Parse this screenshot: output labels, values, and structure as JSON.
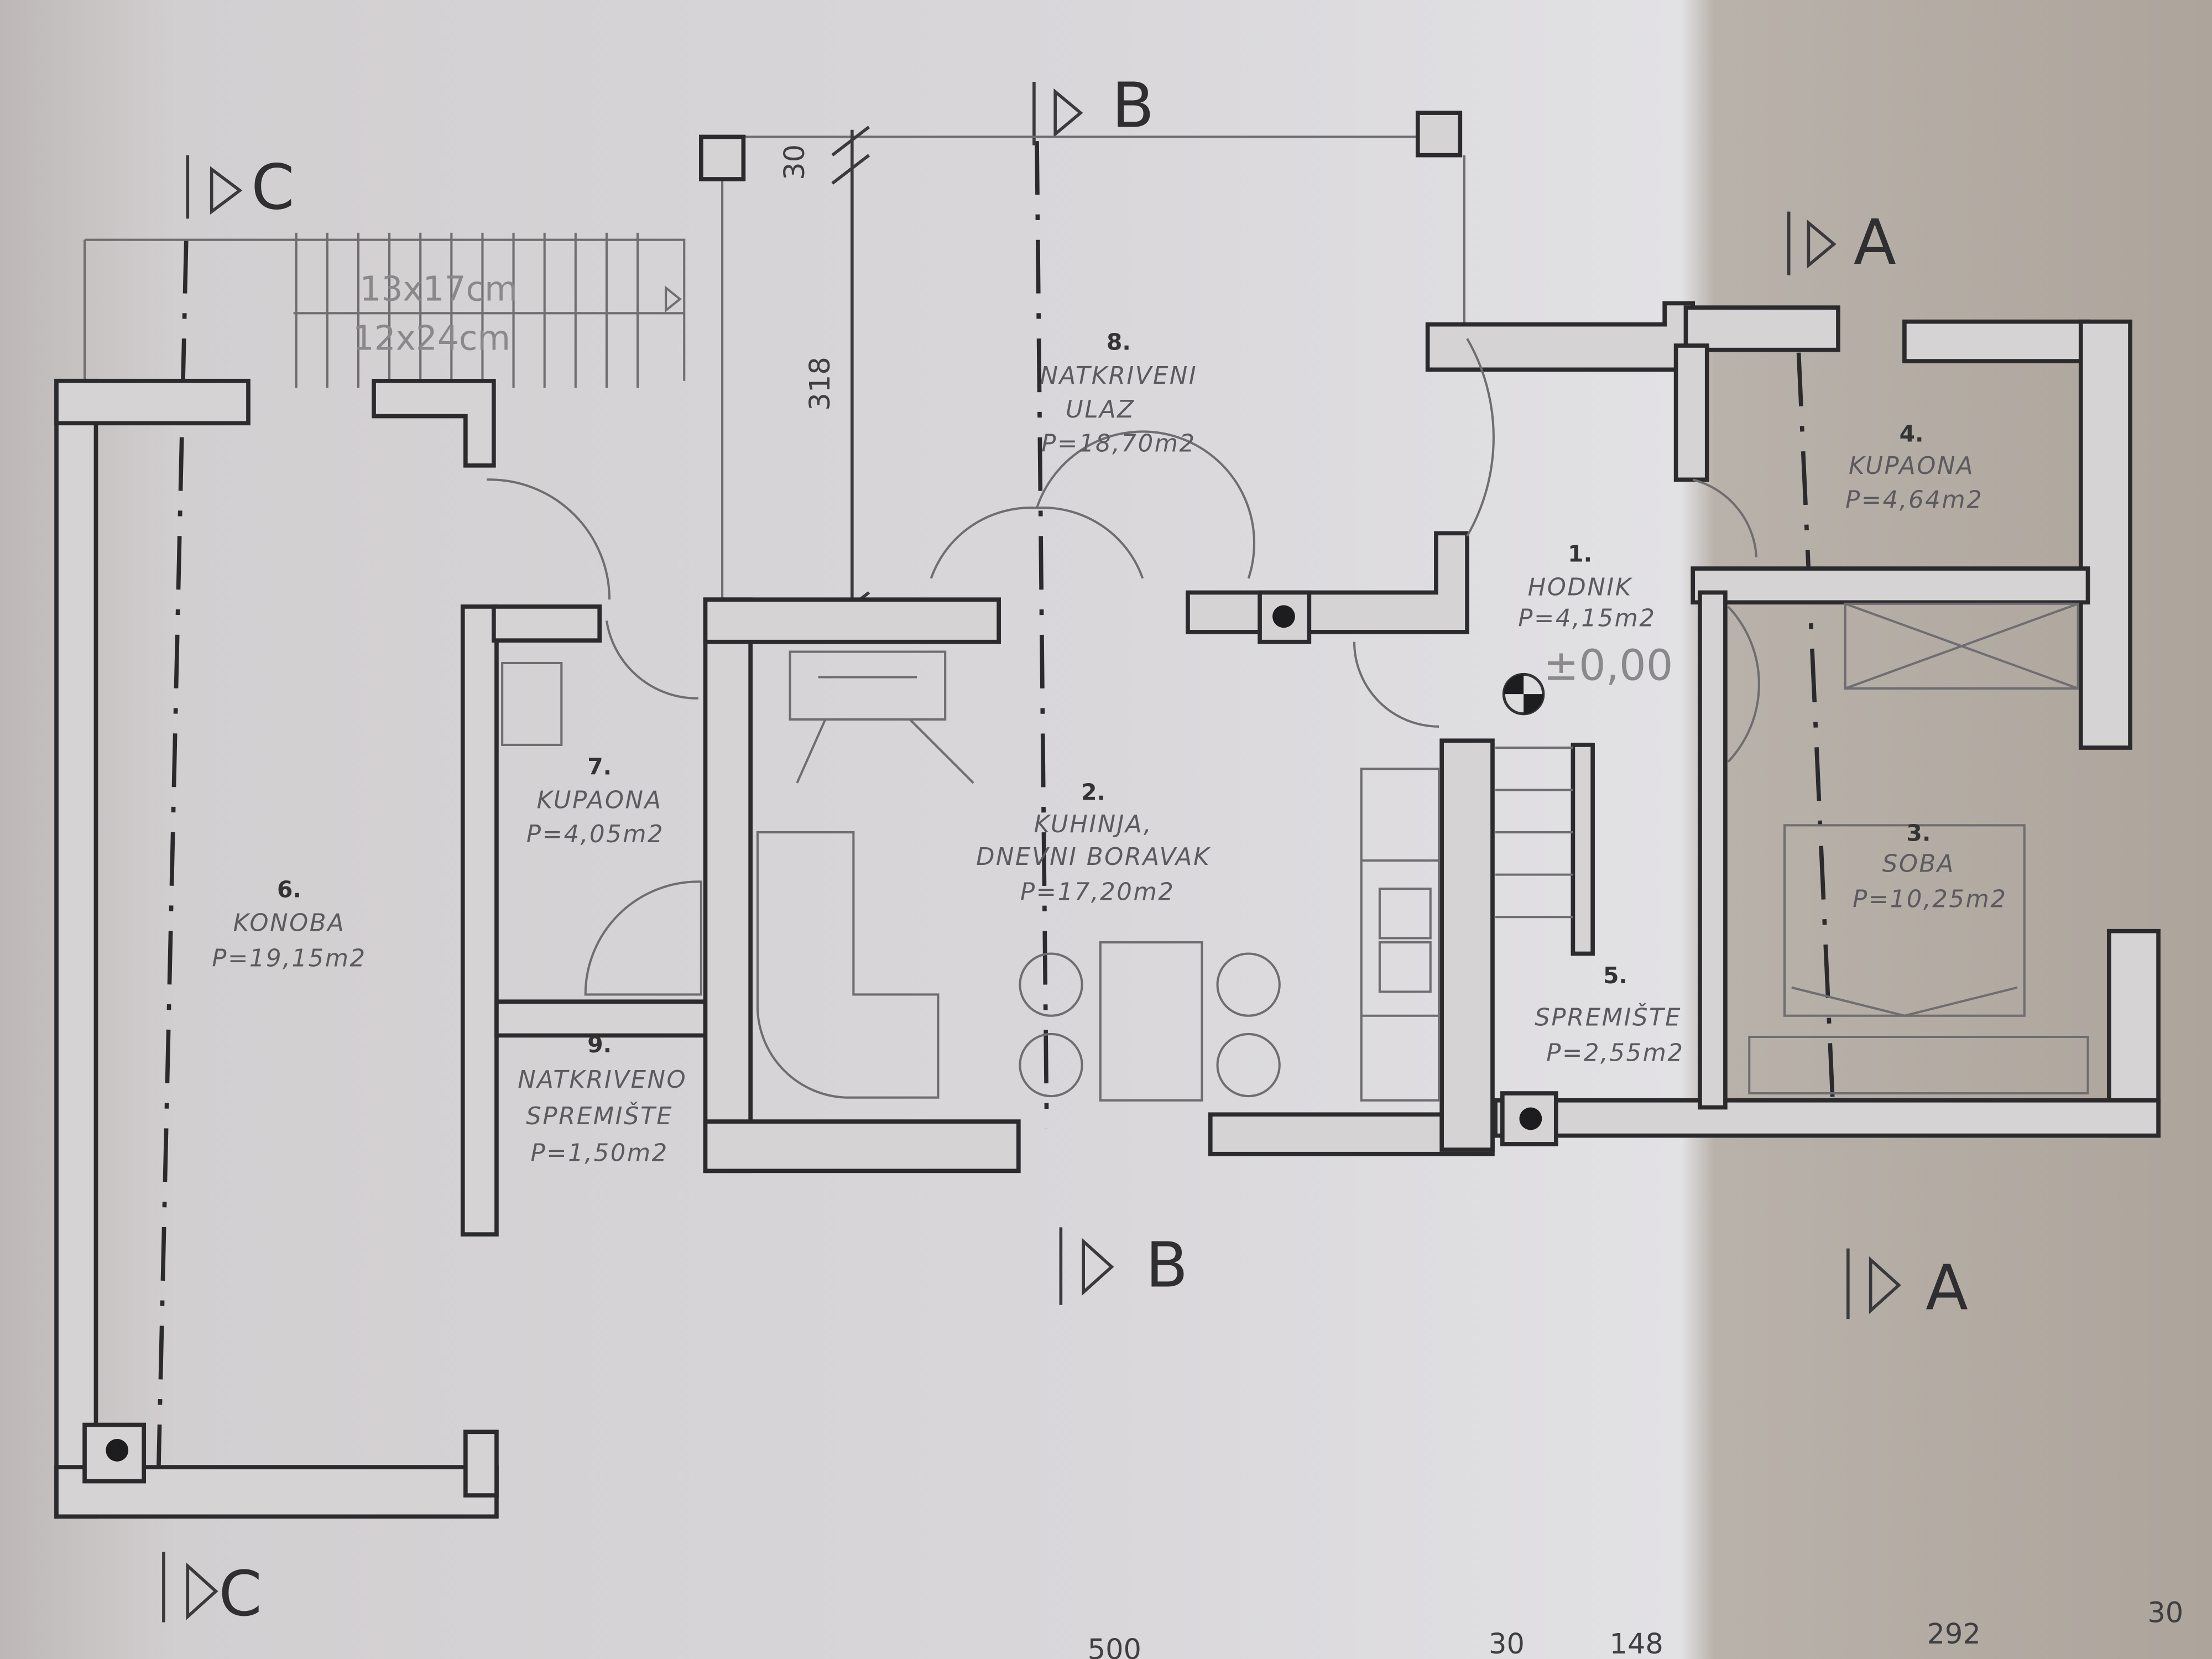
{
  "sections": {
    "a": "A",
    "b": "B",
    "c": "C"
  },
  "stairs": {
    "riser": "13x17cm",
    "tread": "12x24cm"
  },
  "dimensions": {
    "top_offset": "30",
    "porch_depth": "318",
    "bottom": [
      "500",
      "30",
      "148",
      "292",
      "30"
    ]
  },
  "level_mark": "±0,00",
  "rooms": [
    {
      "num": "1.",
      "name": "HODNIK",
      "area": "P=4,15m2"
    },
    {
      "num": "2.",
      "name": "KUHINJA,",
      "name2": "DNEVNI BORAVAK",
      "area": "P=17,20m2"
    },
    {
      "num": "3.",
      "name": "SOBA",
      "area": "P=10,25m2"
    },
    {
      "num": "4.",
      "name": "KUPAONA",
      "area": "P=4,64m2"
    },
    {
      "num": "5.",
      "name": "SPREMIŠTE",
      "area": "P=2,55m2"
    },
    {
      "num": "6.",
      "name": "KONOBA",
      "area": "P=19,15m2"
    },
    {
      "num": "7.",
      "name": "KUPAONA",
      "area": "P=4,05m2"
    },
    {
      "num": "8.",
      "name": "NATKRIVENI",
      "name2": "ULAZ",
      "area": "P=18,70m2"
    },
    {
      "num": "9.",
      "name": "NATKRIVENO",
      "name2": "SPREMIŠTE",
      "area": "P=1,50m2"
    }
  ],
  "colors": {
    "paper": "#d8d6d8",
    "shadow": "#b3aca4",
    "ink": "#2b2a2c"
  }
}
